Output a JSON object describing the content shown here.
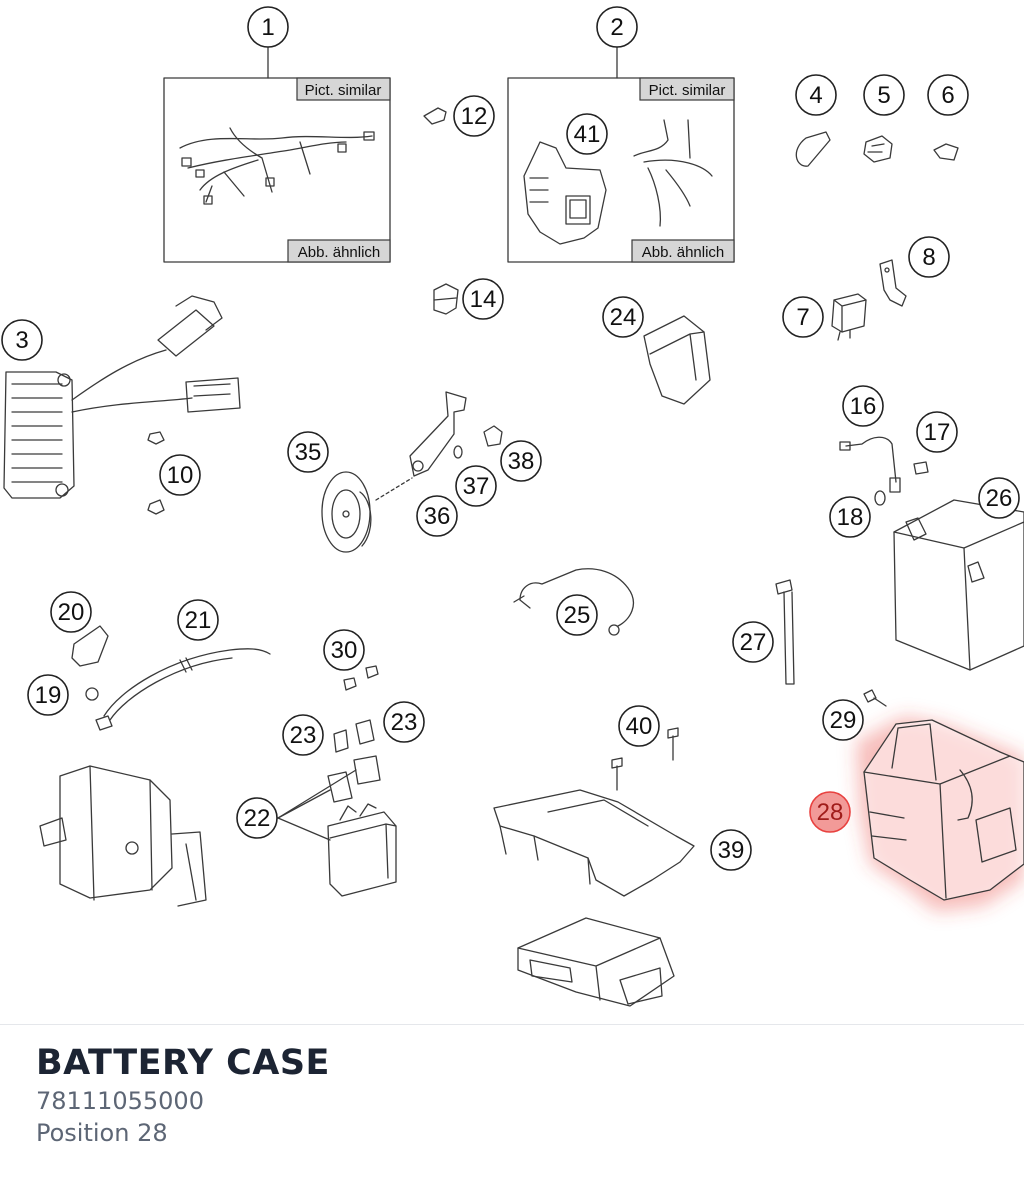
{
  "callouts": [
    "1",
    "2",
    "3",
    "4",
    "5",
    "6",
    "7",
    "8",
    "10",
    "12",
    "14",
    "16",
    "17",
    "18",
    "19",
    "20",
    "21",
    "22",
    "23",
    "23",
    "24",
    "25",
    "26",
    "27",
    "28",
    "29",
    "30",
    "35",
    "36",
    "37",
    "38",
    "39",
    "40",
    "41"
  ],
  "frame_labels": {
    "top": "Pict. similar",
    "bottom": "Abb. ähnlich"
  },
  "selected_part": {
    "name": "BATTERY CASE",
    "number": "78111055000",
    "position": "Position 28",
    "callout": "28"
  },
  "colors": {
    "line": "#3a3a3a",
    "highlight": "#e8413f",
    "title": "#1c2433",
    "subtitle": "#5d6675"
  },
  "icons": {
    "battery-case": "highlighted-part"
  }
}
